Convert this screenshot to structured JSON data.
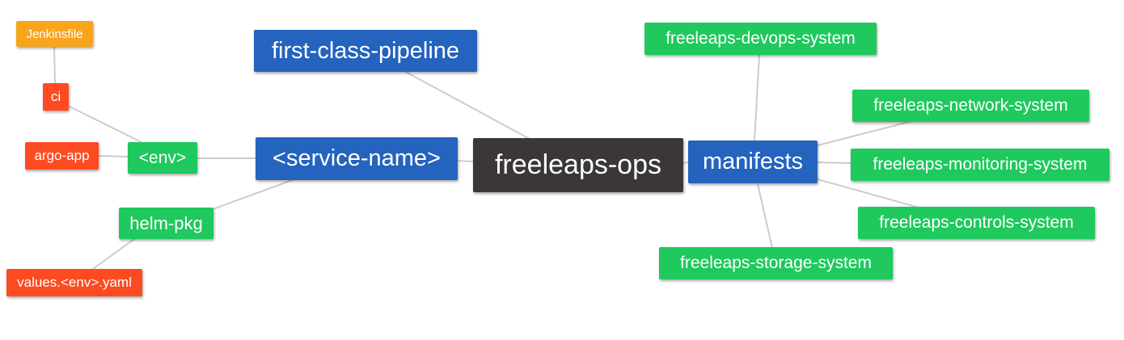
{
  "colors": {
    "root": "#3a3736",
    "level1": "#2463be",
    "level2": "#1fc95d",
    "level3": "#fd4b21",
    "level4": "#f9a41d",
    "edge": "#cccccc"
  },
  "nodes": {
    "root": {
      "label": "freeleaps-ops"
    },
    "first_class_pipeline": {
      "label": "first-class-pipeline"
    },
    "service_name": {
      "label": "<service-name>"
    },
    "manifests": {
      "label": "manifests"
    },
    "env": {
      "label": "<env>"
    },
    "helm_pkg": {
      "label": "helm-pkg"
    },
    "ci": {
      "label": "ci"
    },
    "jenkinsfile": {
      "label": "Jenkinsfile"
    },
    "argo_app": {
      "label": "argo-app"
    },
    "values_yaml": {
      "label": "values.<env>.yaml"
    },
    "devops_system": {
      "label": "freeleaps-devops-system"
    },
    "network_system": {
      "label": "freeleaps-network-system"
    },
    "monitoring_system": {
      "label": "freeleaps-monitoring-system"
    },
    "controls_system": {
      "label": "freeleaps-controls-system"
    },
    "storage_system": {
      "label": "freeleaps-storage-system"
    }
  }
}
